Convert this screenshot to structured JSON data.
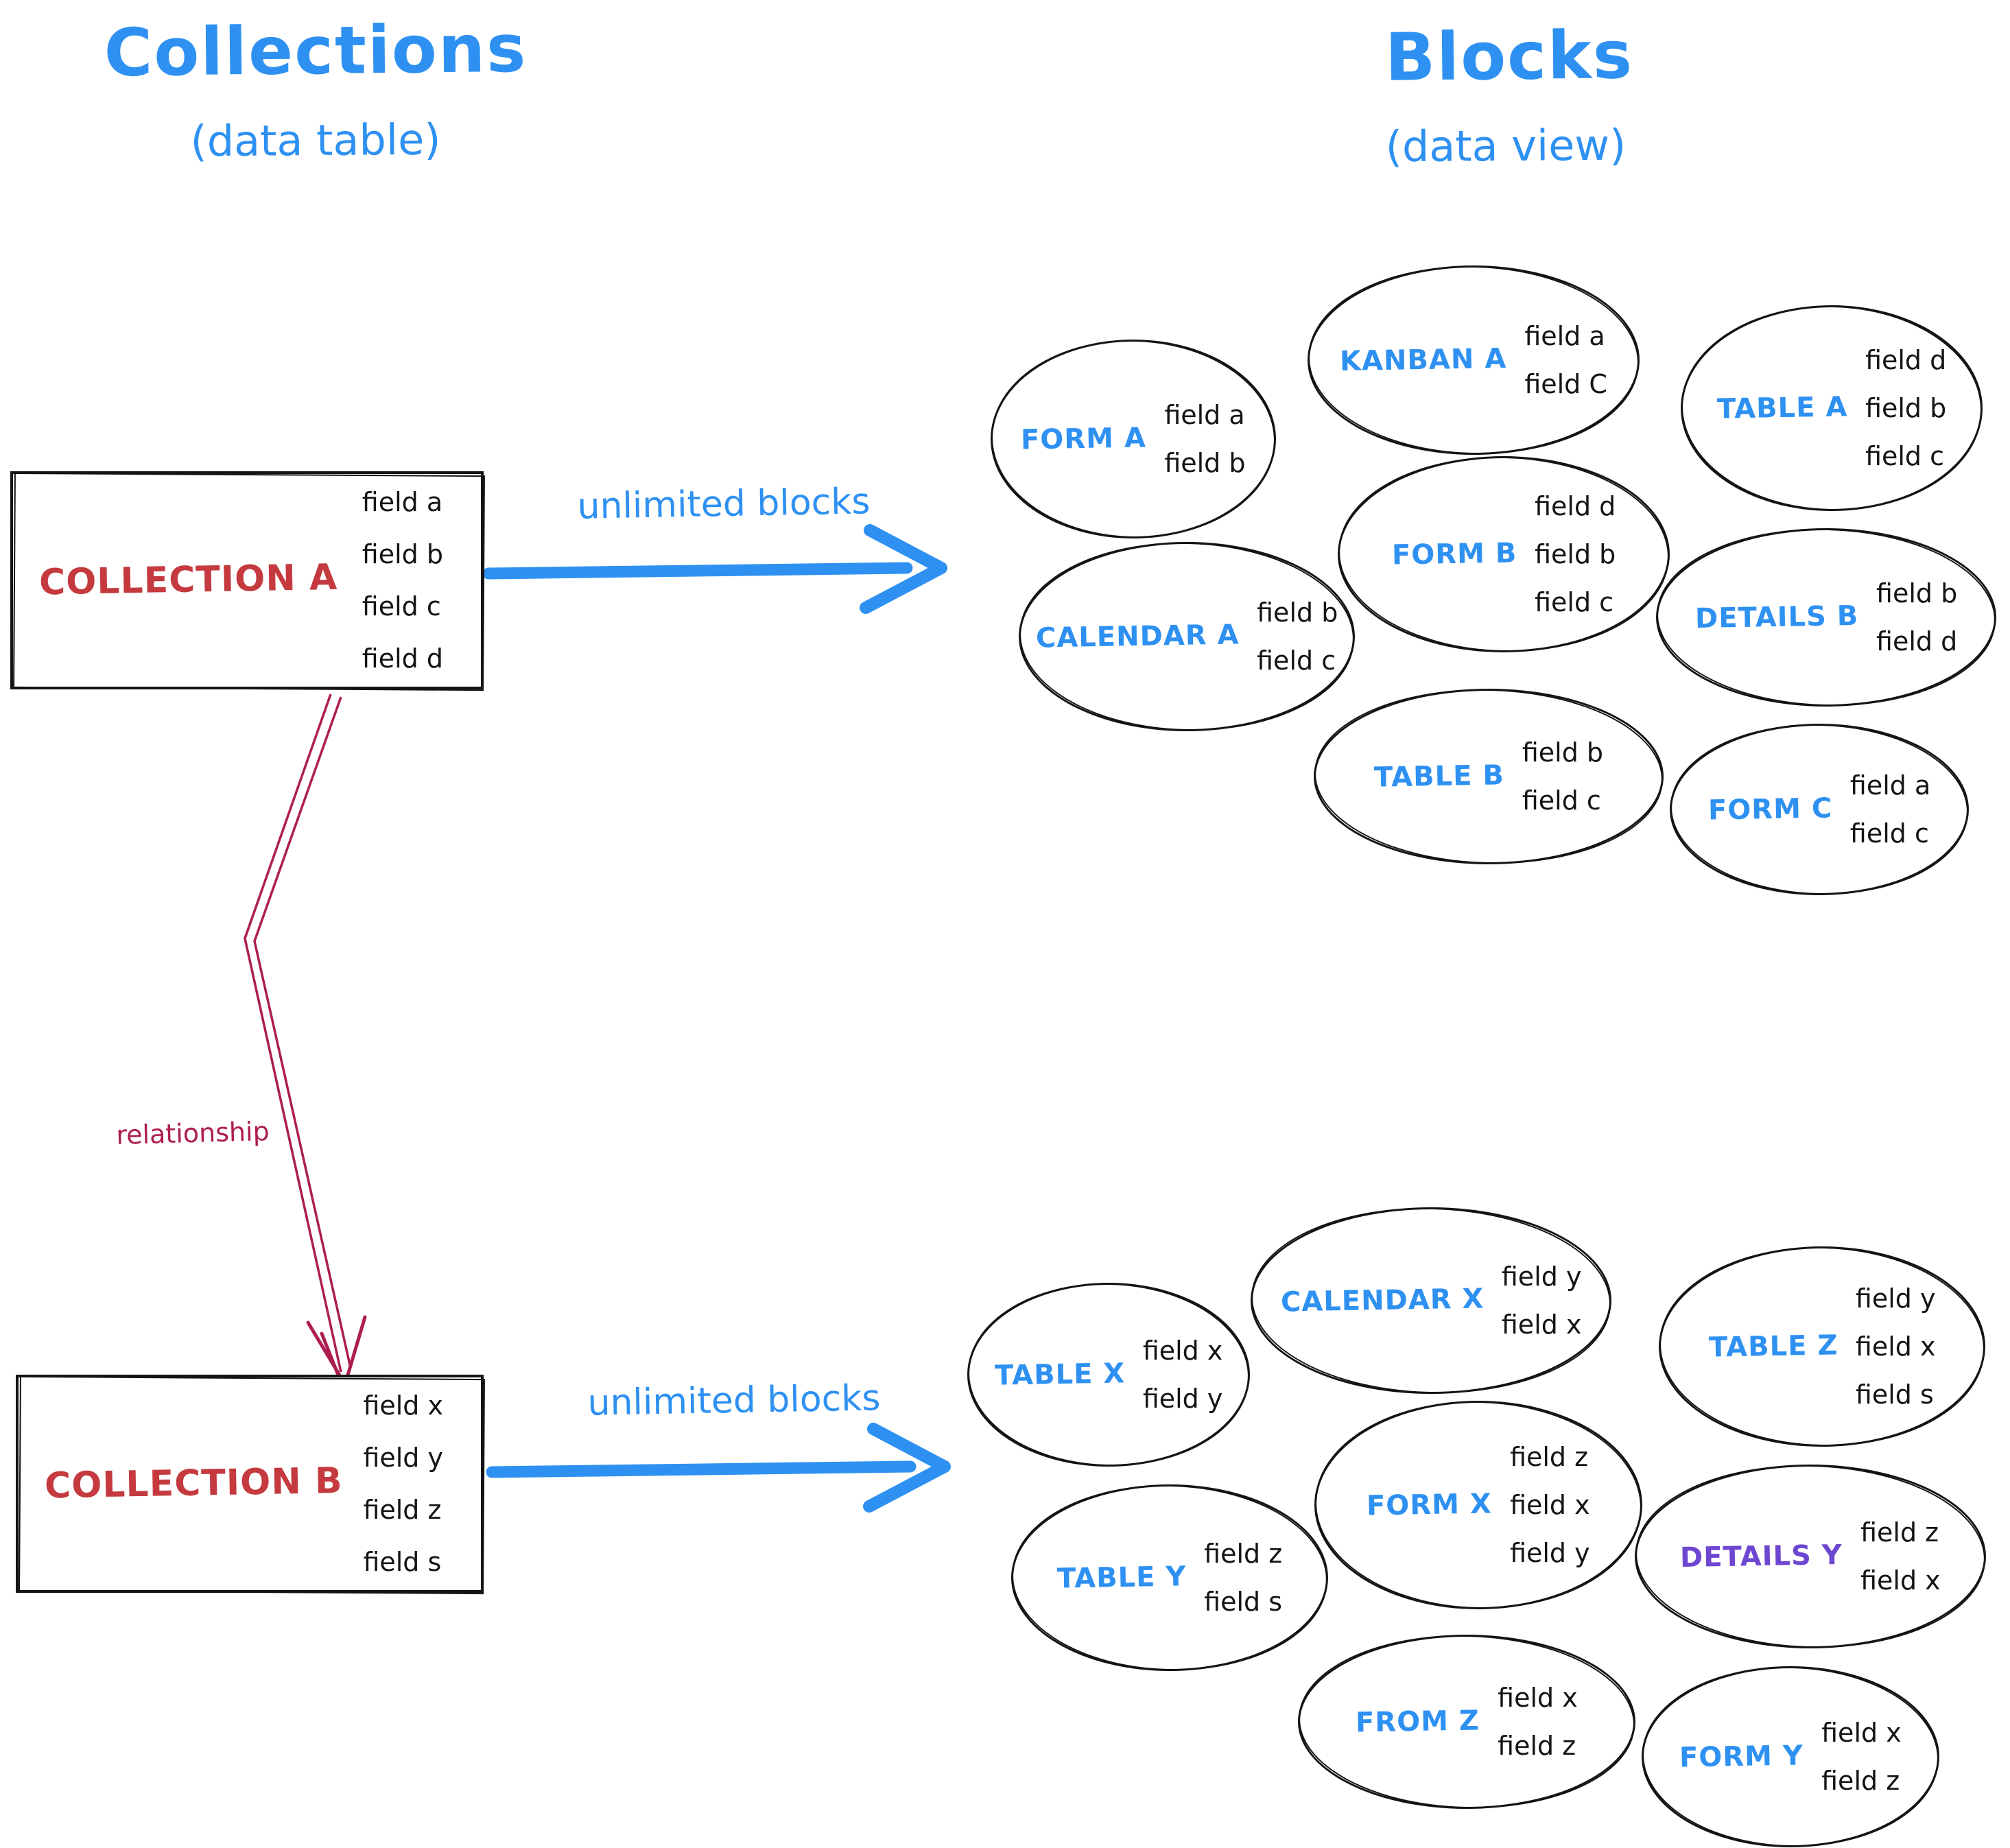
{
  "headers": {
    "left_title": "Collections",
    "left_subtitle": "(data table)",
    "right_title": "Blocks",
    "right_subtitle": "(data view)"
  },
  "labels": {
    "unlimited_top": "unlimited blocks",
    "unlimited_bottom": "unlimited blocks",
    "relationship": "relationship"
  },
  "colors": {
    "blue": "#2e91f2",
    "red": "#c43a3e",
    "crimson": "#ad1d52",
    "purple": "#6d46d1",
    "ink": "#141414"
  },
  "collections": [
    {
      "name": "COLLECTION A",
      "fields": [
        "field a",
        "field b",
        "field c",
        "field d"
      ]
    },
    {
      "name": "COLLECTION B",
      "fields": [
        "field x",
        "field y",
        "field z",
        "field s"
      ]
    }
  ],
  "blocks": [
    {
      "name": "FORM A",
      "fields": [
        "field a",
        "field b"
      ]
    },
    {
      "name": "KANBAN A",
      "fields": [
        "field a",
        "field C"
      ]
    },
    {
      "name": "TABLE A",
      "fields": [
        "field d",
        "field b",
        "field c"
      ]
    },
    {
      "name": "CALENDAR A",
      "fields": [
        "field b",
        "field c"
      ]
    },
    {
      "name": "FORM B",
      "fields": [
        "field d",
        "field b",
        "field c"
      ]
    },
    {
      "name": "DETAILS B",
      "fields": [
        "field b",
        "field d"
      ]
    },
    {
      "name": "TABLE B",
      "fields": [
        "field b",
        "field c"
      ]
    },
    {
      "name": "FORM C",
      "fields": [
        "field a",
        "field c"
      ]
    },
    {
      "name": "TABLE X",
      "fields": [
        "field x",
        "field y"
      ]
    },
    {
      "name": "CALENDAR X",
      "fields": [
        "field y",
        "field x"
      ]
    },
    {
      "name": "TABLE Z",
      "fields": [
        "field y",
        "field x",
        "field s"
      ]
    },
    {
      "name": "TABLE Y",
      "fields": [
        "field z",
        "field s"
      ]
    },
    {
      "name": "FORM X",
      "fields": [
        "field z",
        "field x",
        "field y"
      ]
    },
    {
      "name": "DETAILS Y",
      "fields": [
        "field z",
        "field x"
      ]
    },
    {
      "name": "FROM Z",
      "fields": [
        "field x",
        "field z"
      ]
    },
    {
      "name": "FORM Y",
      "fields": [
        "field x",
        "field z"
      ]
    }
  ]
}
